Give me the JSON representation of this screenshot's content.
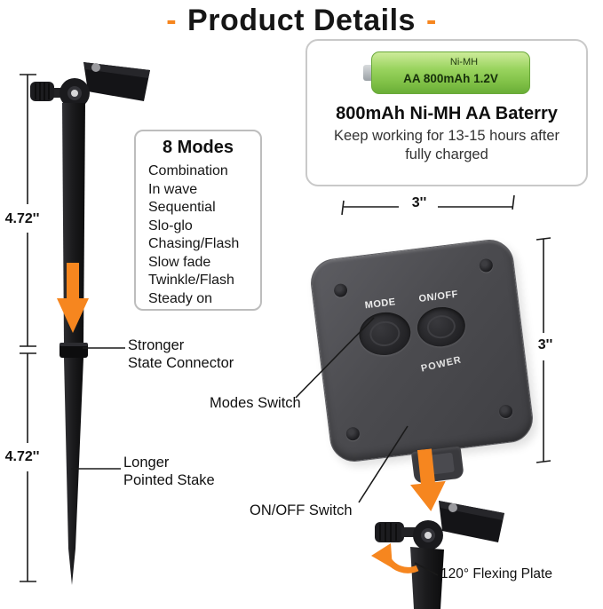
{
  "colors": {
    "accent": "#F6861F",
    "panel": "#4C4C50",
    "battery_green": "#93D15C"
  },
  "header": {
    "dash": "-",
    "title": "Product Details"
  },
  "stake": {
    "upper_length": "4.72''",
    "lower_length": "4.72''",
    "connector_label": "Stronger\nState Connector",
    "stake_label": "Longer\nPointed Stake"
  },
  "modes": {
    "title": "8 Modes",
    "items": [
      "Combination",
      "In wave",
      "Sequential",
      "Slo-glo",
      "Chasing/Flash",
      "Slow fade",
      "Twinkle/Flash",
      "Steady on"
    ]
  },
  "battery": {
    "cell_type": "Ni-MH",
    "cell_spec": "AA 800mAh 1.2V",
    "heading": "800mAh Ni-MH AA Baterry",
    "description": "Keep working for 13-15 hours after fully charged"
  },
  "panel": {
    "width_label": "3''",
    "height_label": "3''",
    "mode_button": "MODE",
    "onoff_button": "ON/OFF",
    "power_label": "POWER",
    "modes_switch_label": "Modes Switch",
    "onoff_switch_label": "ON/OFF Switch",
    "flexing_plate_label": "120° Flexing Plate"
  }
}
